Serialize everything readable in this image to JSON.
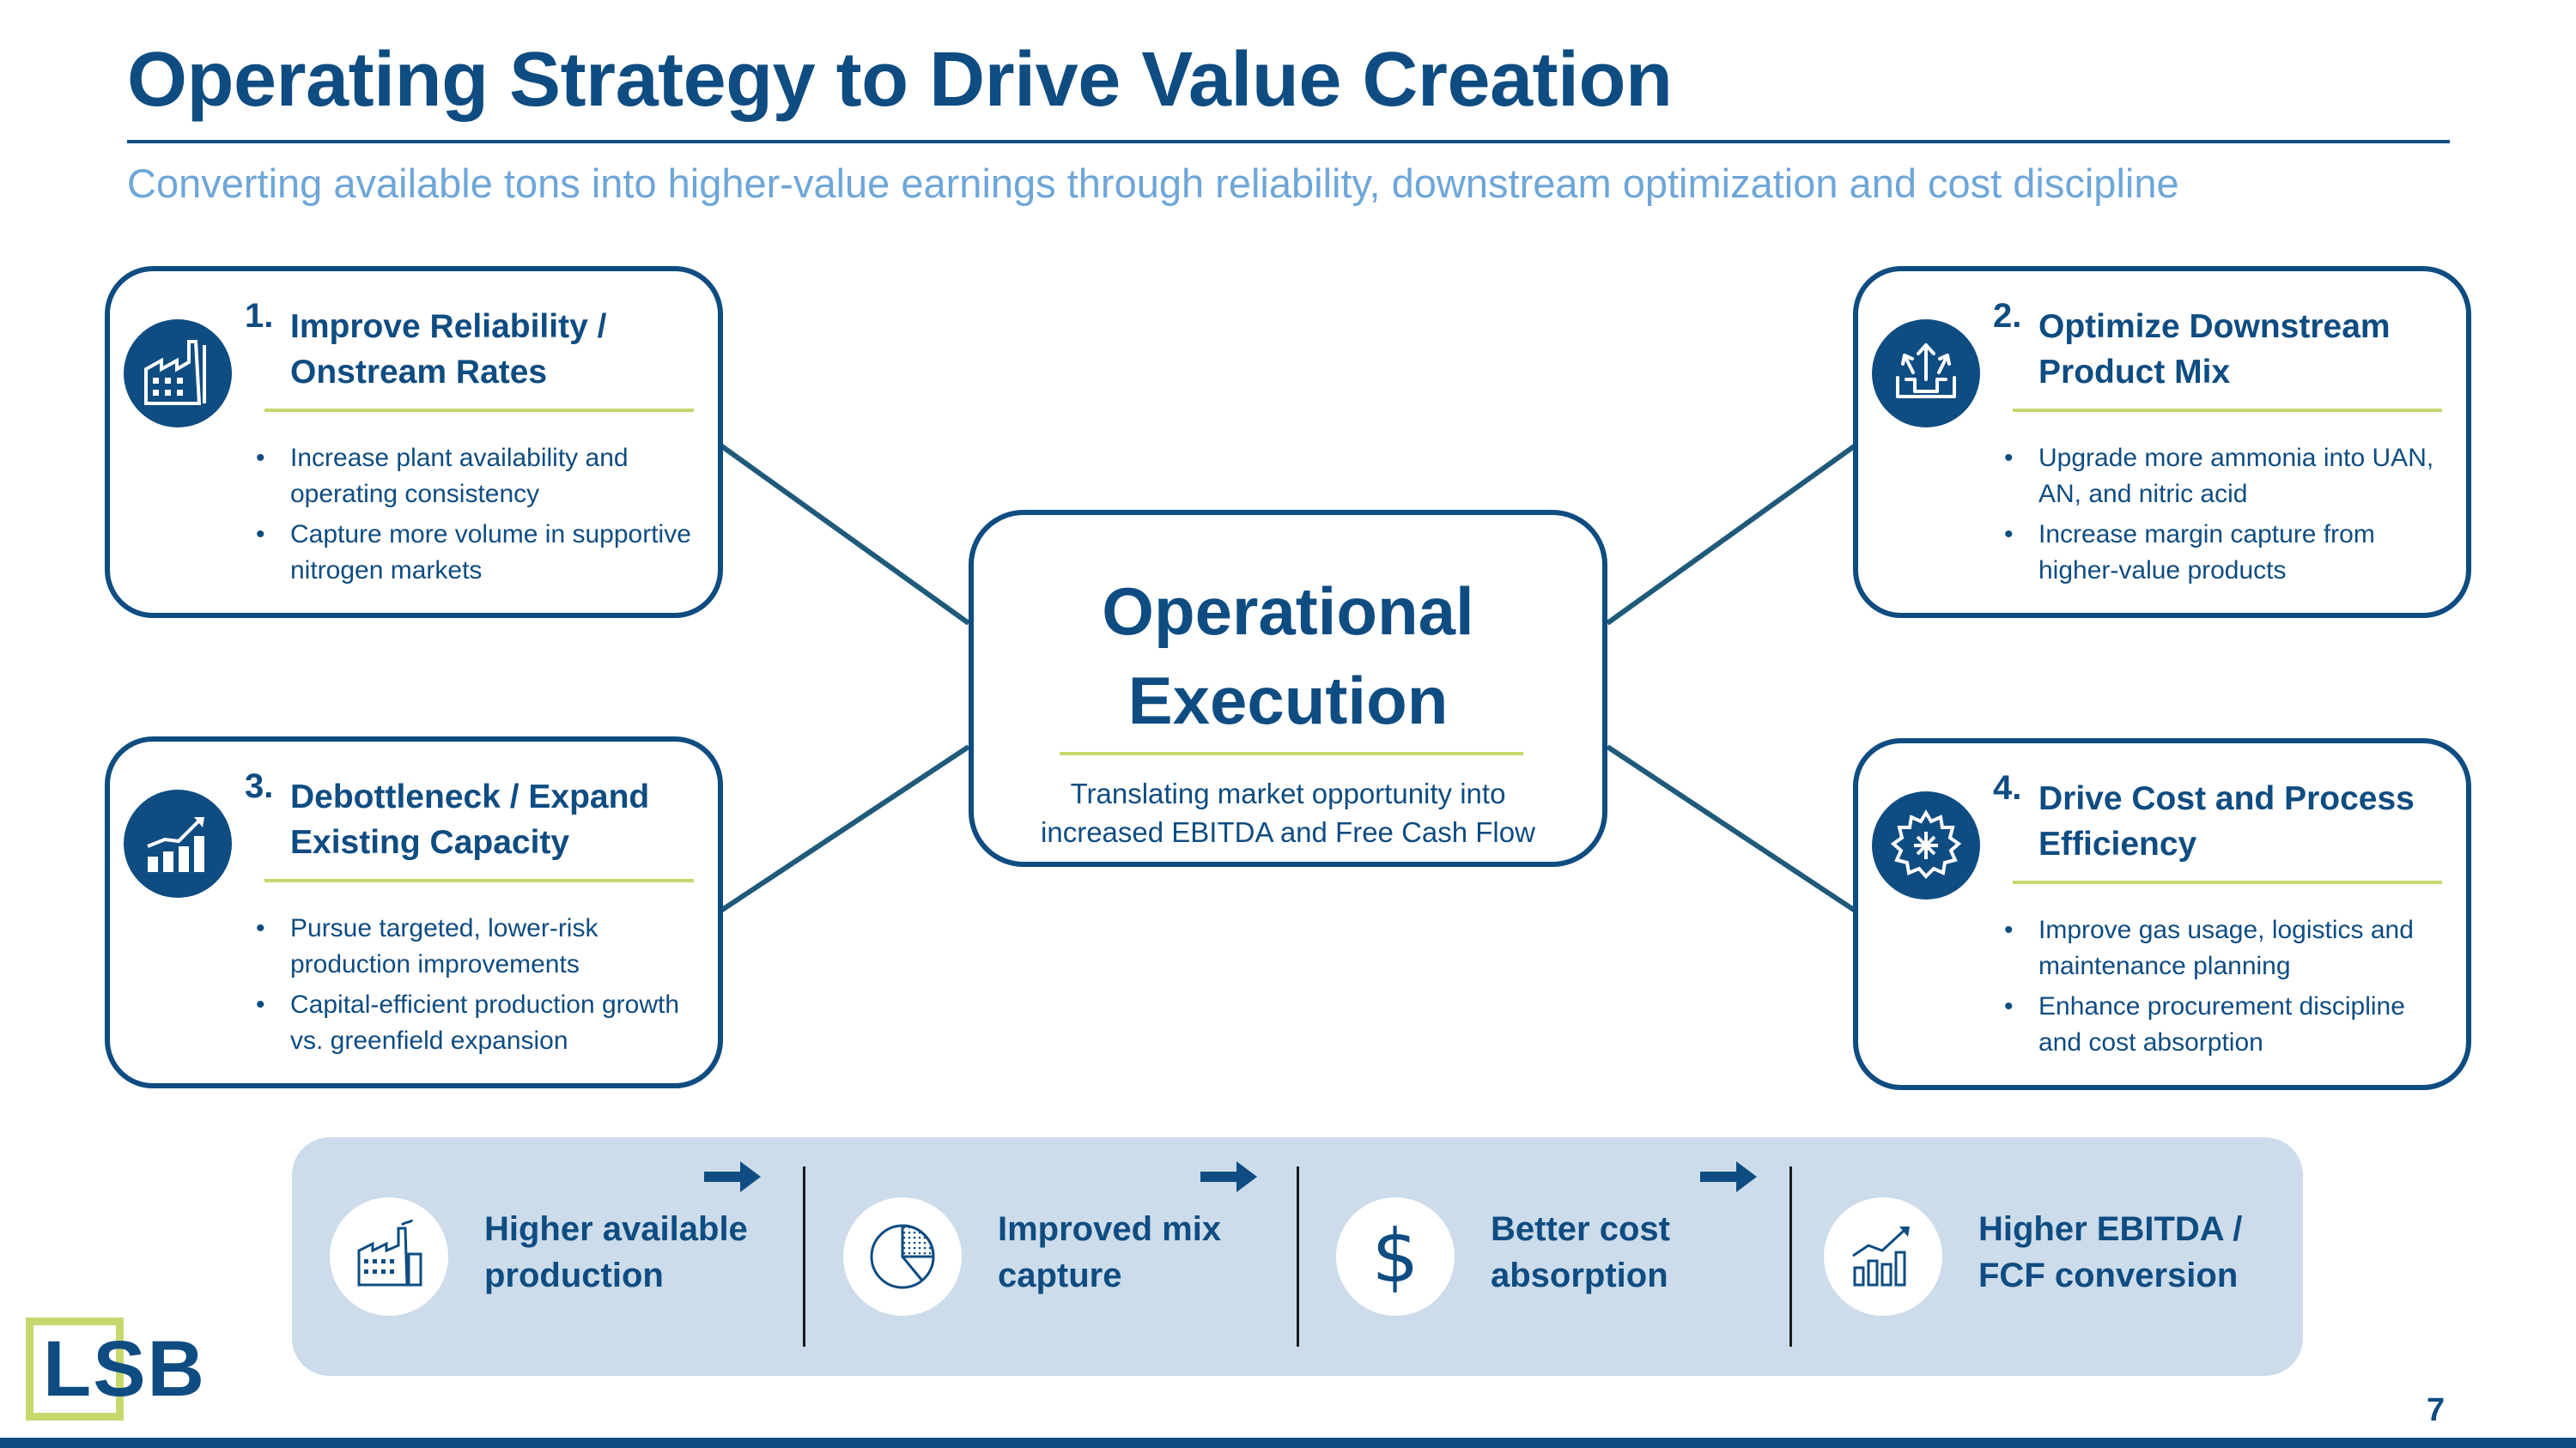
{
  "header": {
    "title": "Operating Strategy to Drive Value Creation",
    "subtitle": "Converting available tons into higher-value earnings through reliability, downstream optimization and cost discipline"
  },
  "center": {
    "title_line1": "Operational",
    "title_line2": "Execution",
    "desc_line1": "Translating market opportunity into",
    "desc_line2": "increased EBITDA and Free Cash Flow"
  },
  "cards": [
    {
      "number": "1.",
      "title": "Improve Reliability / Onstream Rates",
      "icon": "factory-icon",
      "bullets": [
        "Increase plant availability and operating consistency",
        "Capture more volume in supportive nitrogen markets"
      ]
    },
    {
      "number": "2.",
      "title": "Optimize Downstream Product Mix",
      "icon": "upload-arrows-icon",
      "bullets": [
        "Upgrade more ammonia into UAN, AN, and nitric acid",
        "Increase margin capture from higher-value products"
      ]
    },
    {
      "number": "3.",
      "title": "Debottleneck / Expand Existing Capacity",
      "icon": "bar-growth-icon",
      "bullets": [
        "Pursue targeted, lower-risk production improvements",
        "Capital-efficient production growth vs. greenfield expansion"
      ]
    },
    {
      "number": "4.",
      "title": "Drive Cost and Process Efficiency",
      "icon": "gear-process-icon",
      "bullets": [
        "Improve gas usage, logistics and maintenance planning",
        "Enhance procurement discipline and cost absorption"
      ]
    }
  ],
  "flow": [
    {
      "label": "Higher available production",
      "icon": "factory-outline-icon"
    },
    {
      "label": "Improved mix capture",
      "icon": "pie-chart-icon"
    },
    {
      "label": "Better cost absorption",
      "icon": "dollar-icon",
      "glyph": "$"
    },
    {
      "label": "Higher EBITDA / FCF conversion",
      "icon": "growth-chart-icon"
    }
  ],
  "footer": {
    "logo": "LSB",
    "page_number": "7"
  },
  "colors": {
    "primary": "#0f4c81",
    "accent_green": "#c5d86d",
    "subtitle_blue": "#6ea6d8",
    "flow_bg": "#ccdcea"
  }
}
